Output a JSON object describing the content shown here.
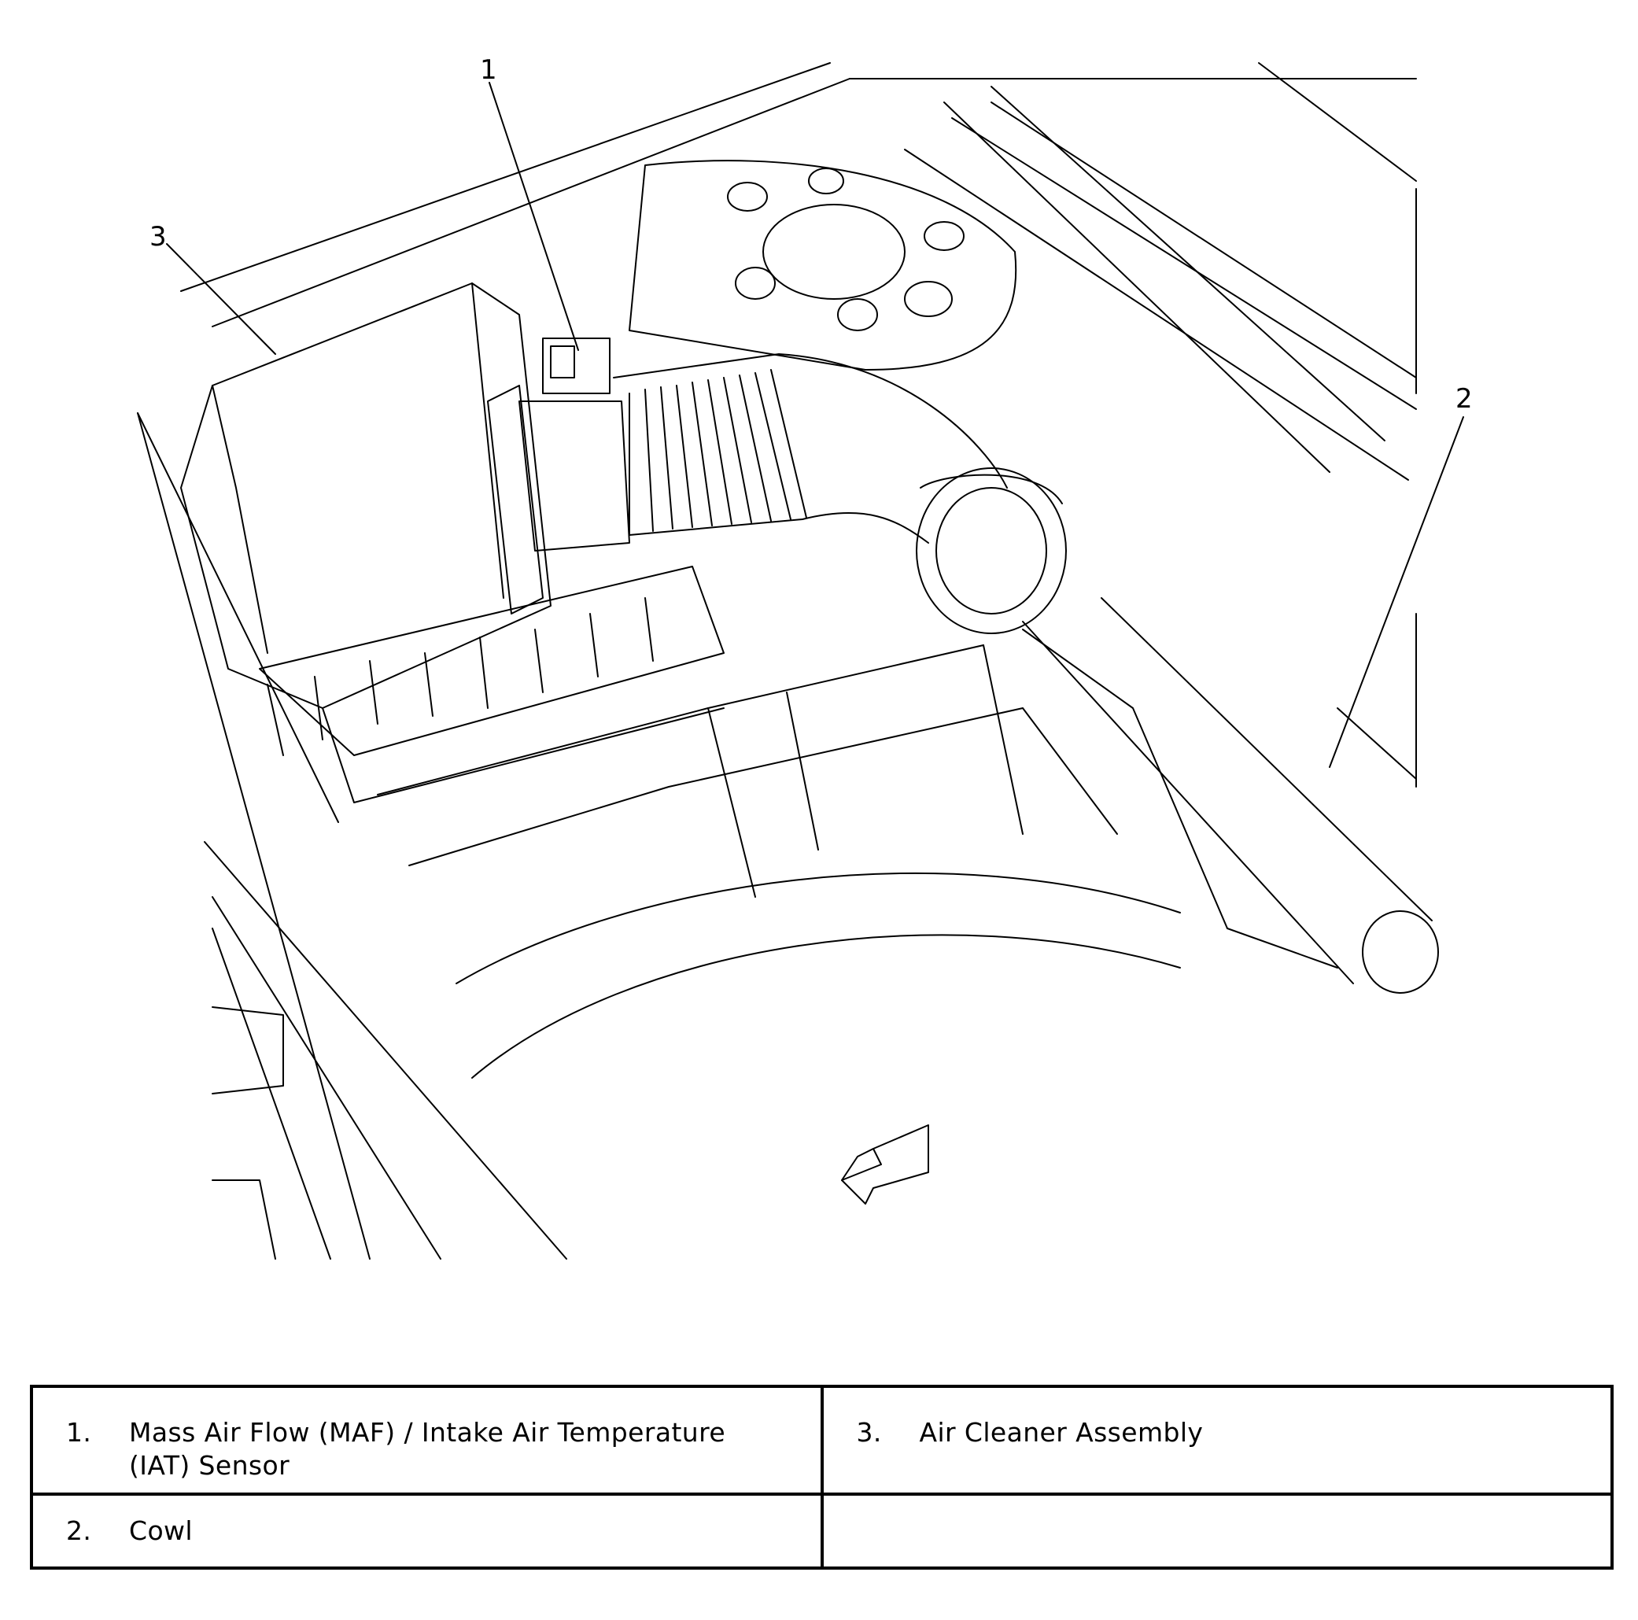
{
  "figure": {
    "callouts": [
      {
        "id": "1",
        "label": "1"
      },
      {
        "id": "2",
        "label": "2"
      },
      {
        "id": "3",
        "label": "3"
      }
    ],
    "direction_arrow": "front-direction-arrow"
  },
  "legend": {
    "rows": [
      [
        {
          "number": "1.",
          "text": "Mass Air Flow (MAF) / Intake Air Temperature (IAT) Sensor"
        },
        {
          "number": "3.",
          "text": "Air Cleaner Assembly"
        }
      ],
      [
        {
          "number": "2.",
          "text": "Cowl"
        },
        {
          "number": "",
          "text": ""
        }
      ]
    ]
  }
}
